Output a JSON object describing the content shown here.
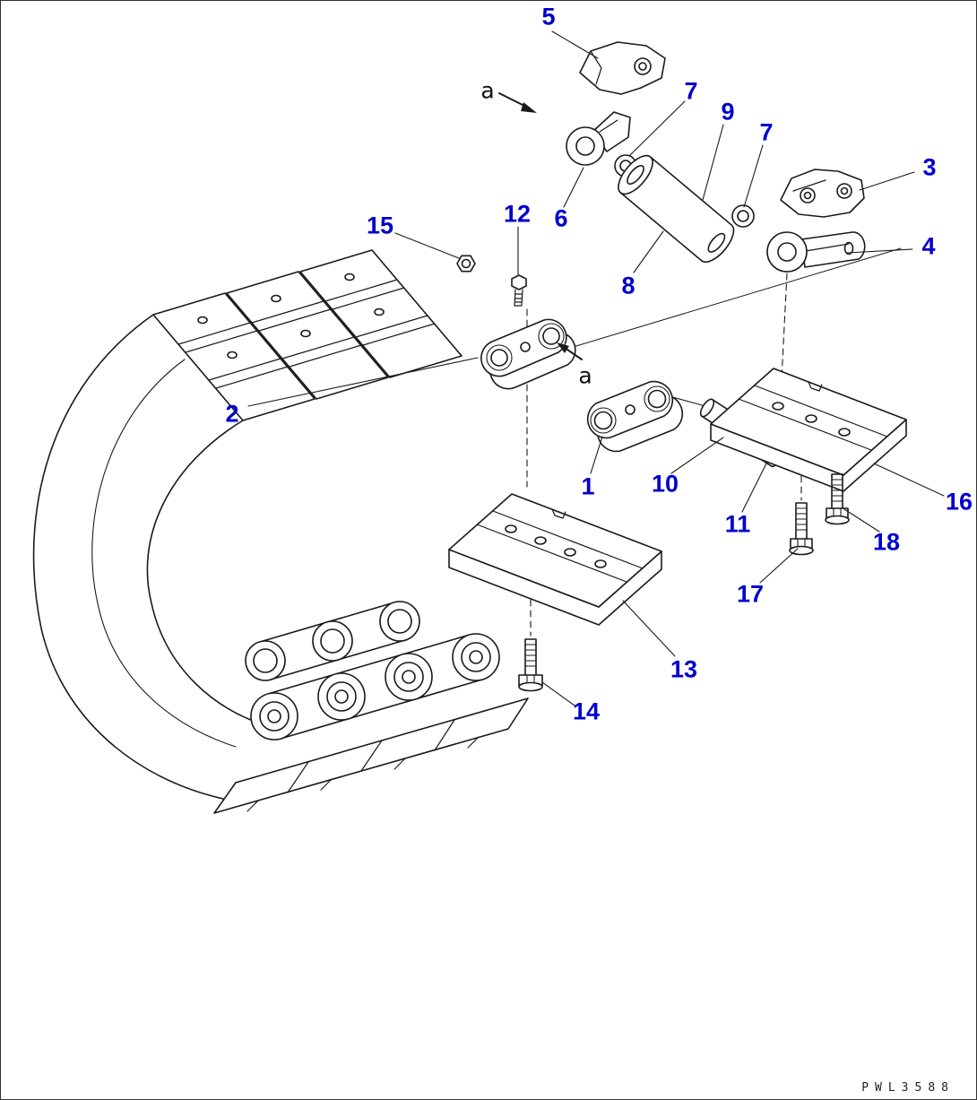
{
  "colors": {
    "accent": "#0000cc",
    "line": "#1a1a1a",
    "background": "#ffffff"
  },
  "drawing_code": "PWL3588",
  "view_markers": [
    {
      "label": "a"
    },
    {
      "label": "a"
    }
  ],
  "callouts": [
    {
      "label": "5"
    },
    {
      "label": "7"
    },
    {
      "label": "9"
    },
    {
      "label": "7"
    },
    {
      "label": "3"
    },
    {
      "label": "15"
    },
    {
      "label": "12"
    },
    {
      "label": "6"
    },
    {
      "label": "4"
    },
    {
      "label": "8"
    },
    {
      "label": "2"
    },
    {
      "label": "1"
    },
    {
      "label": "10"
    },
    {
      "label": "11"
    },
    {
      "label": "16"
    },
    {
      "label": "18"
    },
    {
      "label": "17"
    },
    {
      "label": "13"
    },
    {
      "label": "14"
    }
  ]
}
